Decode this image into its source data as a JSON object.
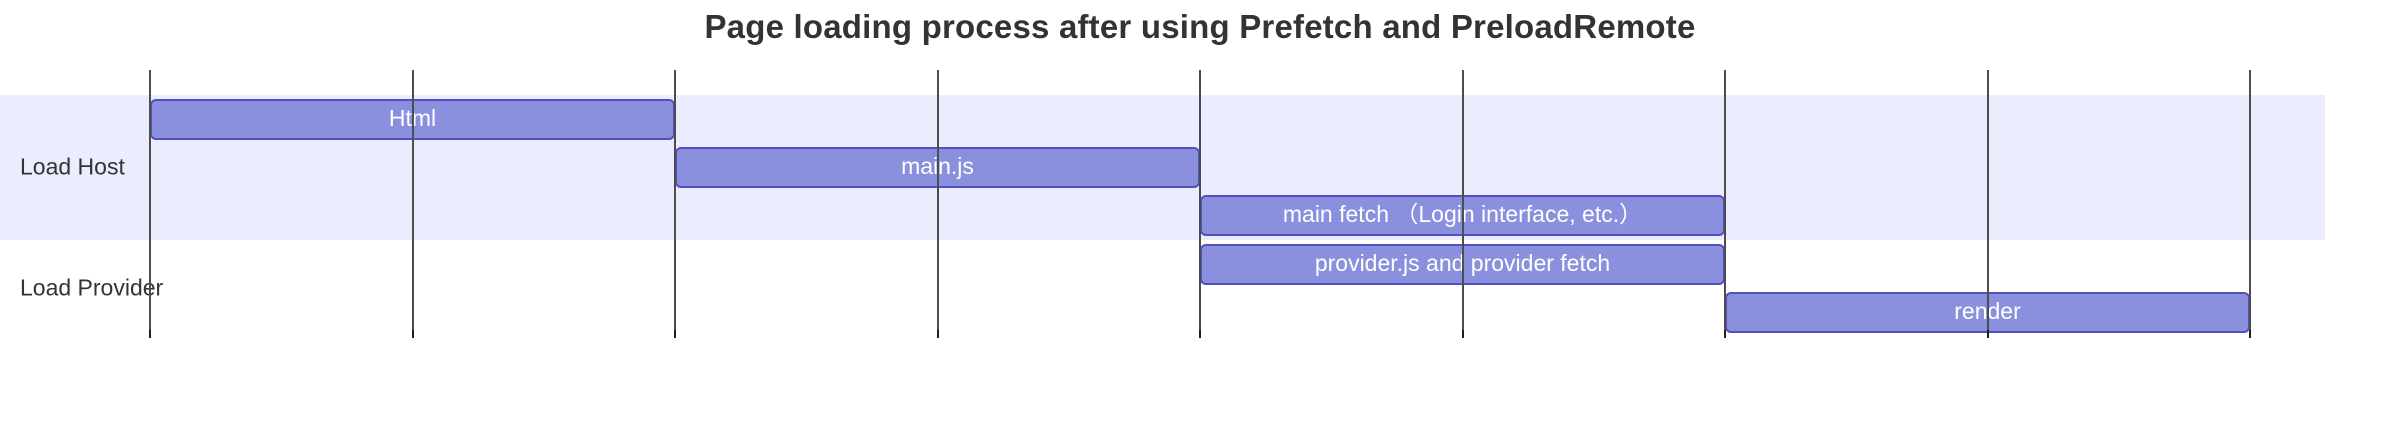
{
  "title": "Page loading process after using Prefetch and PreloadRemote",
  "colors": {
    "background": "#ffffff",
    "title_text": "#333333",
    "section_text": "#333333",
    "section_band": "#ECECFF",
    "task_fill": "#8a90dd",
    "task_border": "#534fbc",
    "task_text": "#ffffff",
    "grid_line": "#4d4d4d",
    "grid_tick": "#1f1f1f"
  },
  "chart_data": {
    "type": "bar",
    "variant": "gantt",
    "title": "Page loading process after using Prefetch and PreloadRemote",
    "x_axis": {
      "range": [
        0,
        8
      ],
      "gridline_count": 9,
      "tick_labels": [],
      "tick_labels_visible": false
    },
    "y_axis": {
      "tick_labels_visible": false
    },
    "legend": false,
    "grid": true,
    "sections": [
      {
        "name": "Load Host",
        "band": true,
        "tasks": [
          {
            "label": "Html",
            "start": 0,
            "end": 2
          },
          {
            "label": "main.js",
            "start": 2,
            "end": 4
          },
          {
            "label": "main fetch （Login interface, etc.）",
            "start": 4,
            "end": 6
          }
        ]
      },
      {
        "name": "Load Provider",
        "band": false,
        "tasks": [
          {
            "label": "provider.js and provider fetch",
            "start": 4,
            "end": 6
          },
          {
            "label": "render",
            "start": 6,
            "end": 8
          }
        ]
      }
    ]
  }
}
